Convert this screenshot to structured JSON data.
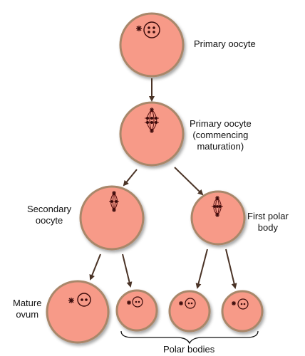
{
  "labels": {
    "primary_oocyte": "Primary oocyte",
    "commencing": [
      "Primary oocyte",
      "(commencing",
      "maturation)"
    ],
    "secondary_oocyte": [
      "Secondary",
      "oocyte"
    ],
    "first_polar_body": [
      "First polar",
      "body"
    ],
    "mature_ovum": [
      "Mature",
      "ovum"
    ],
    "polar_bodies": "Polar bodies"
  },
  "colors": {
    "cell_fill": "#f79a88",
    "cell_edge": "#a8876a",
    "nucleus_color": "#3a0a0a",
    "arrow_color": "#4a3326",
    "text_color": "#111111"
  }
}
